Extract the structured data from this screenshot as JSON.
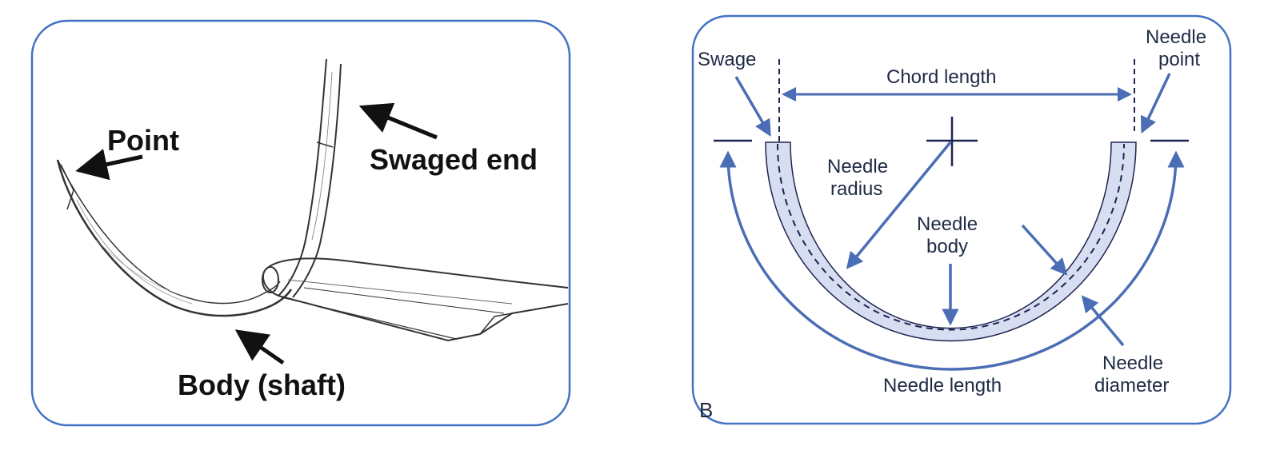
{
  "left_panel": {
    "labels": {
      "point": "Point",
      "swaged_end": "Swaged end",
      "body": "Body (shaft)"
    }
  },
  "right_panel": {
    "labels": {
      "swage": "Swage",
      "chord_length": "Chord length",
      "needle_point_line1": "Needle",
      "needle_point_line2": "point",
      "needle_radius_line1": "Needle",
      "needle_radius_line2": "radius",
      "needle_body_line1": "Needle",
      "needle_body_line2": "body",
      "needle_length": "Needle length",
      "needle_diameter_line1": "Needle",
      "needle_diameter_line2": "diameter",
      "panel_letter": "B"
    }
  },
  "colors": {
    "frame": "#4472c4",
    "arrow": "#4a6db5",
    "needle_fill": "#d7def2",
    "dark": "#1e2350"
  }
}
